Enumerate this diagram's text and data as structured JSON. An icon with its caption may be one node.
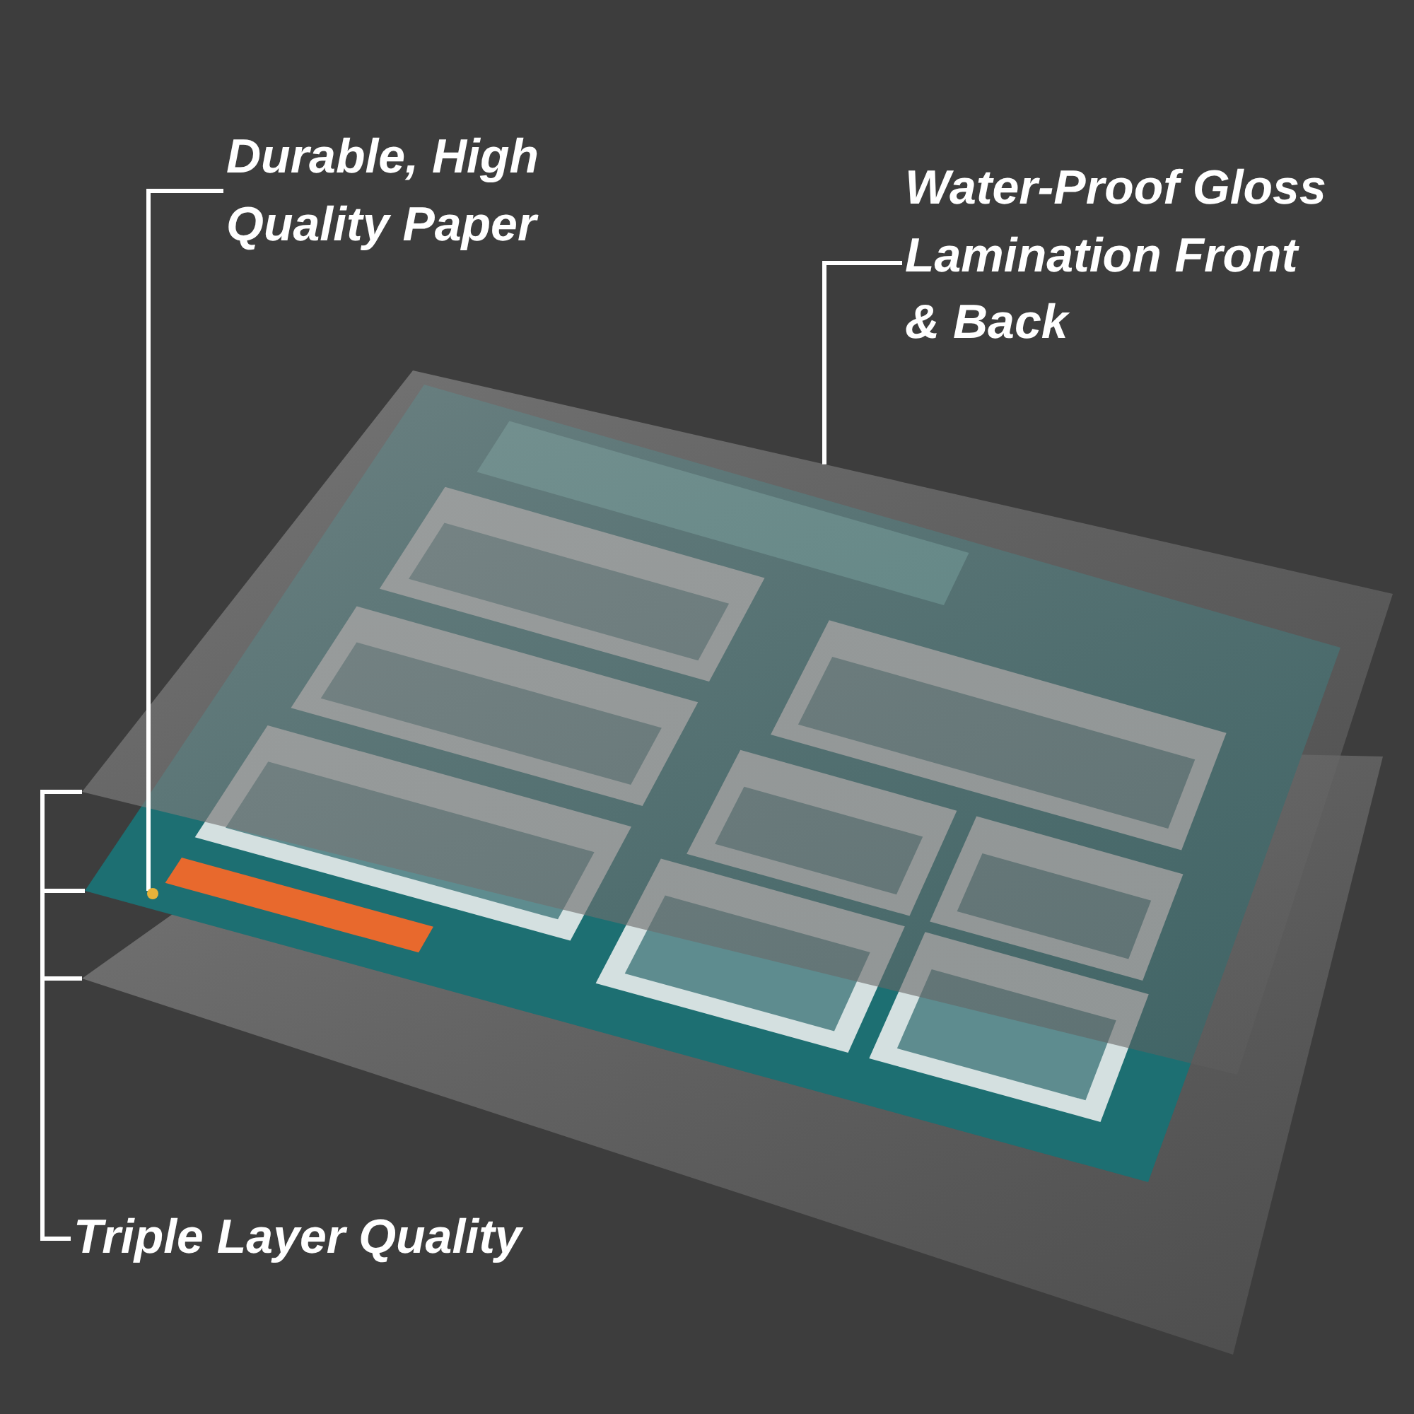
{
  "diagram": {
    "nodes": [
      {
        "text": [
          "Durable, High Quality Paper"
        ]
      },
      {
        "text": [
          "Water-Proof Gloss Lamination Front & Back"
        ]
      },
      {
        "text": [
          "Triple Layer Quality"
        ]
      },
      {
        "text": [],
        "shape": "sheet"
      },
      {
        "text": [],
        "shape": "picture"
      },
      {
        "text": [],
        "shape": "sheet"
      }
    ],
    "edges": [
      {
        "from": 0,
        "to": 4,
        "arrow": "none"
      },
      {
        "from": 1,
        "to": 3,
        "arrow": "none"
      },
      {
        "from": 2,
        "to": 3,
        "arrow": "none"
      },
      {
        "from": 2,
        "to": 4,
        "arrow": "none"
      },
      {
        "from": 2,
        "to": 5,
        "arrow": "none"
      }
    ]
  }
}
